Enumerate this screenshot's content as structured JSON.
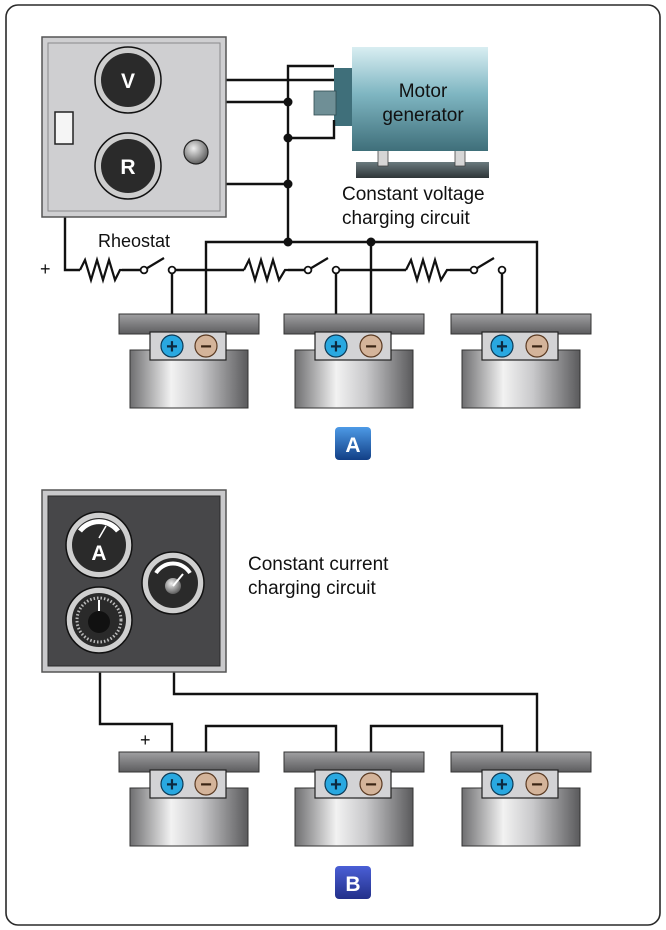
{
  "diagram_a": {
    "meter_v": "V",
    "meter_r": "R",
    "motor_label_line1": "Motor",
    "motor_label_line2": "generator",
    "circuit_label_line1": "Constant voltage",
    "circuit_label_line2": "charging circuit",
    "rheostat_label": "Rheostat",
    "plus_sign": "+",
    "badge": "A"
  },
  "diagram_b": {
    "meter_a": "A",
    "circuit_label_line1": "Constant current",
    "circuit_label_line2": "charging circuit",
    "plus_sign": "+",
    "badge": "B"
  },
  "terminal_symbols": {
    "positive": "+",
    "negative": "−"
  },
  "colors": {
    "positive_terminal": "#29a8e0",
    "negative_terminal": "#d4b49a",
    "badge_blue": "#1f66b8",
    "panel_light": "#cfcfd1",
    "panel_dark": "#474749",
    "motor_teal": "#7fb6c2"
  }
}
